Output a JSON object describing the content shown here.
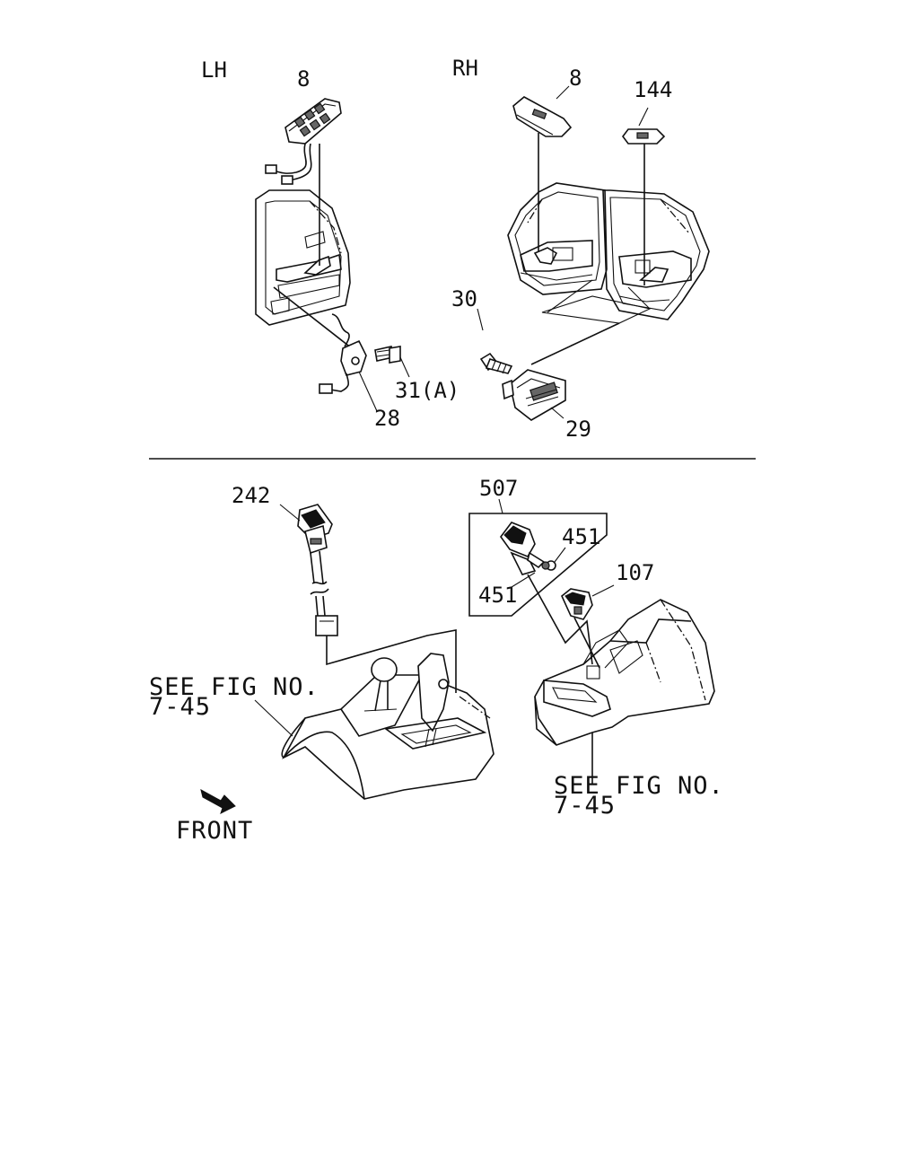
{
  "labels": {
    "lh": "LH",
    "rh": "RH",
    "p8_lh": "8",
    "p8_rh": "8",
    "p144": "144",
    "p30": "30",
    "p31a": "31(A)",
    "p28": "28",
    "p29": "29",
    "p242": "242",
    "p507": "507",
    "p451_top": "451",
    "p451_bottom": "451",
    "p107": "107",
    "see_fig_left_1": "SEE FIG NO.",
    "see_fig_left_2": "7-45",
    "see_fig_right_1": "SEE FIG NO.",
    "see_fig_right_2": "7-45",
    "front": "FRONT"
  },
  "icons": {
    "front_arrow": "front-direction-arrow-icon"
  }
}
